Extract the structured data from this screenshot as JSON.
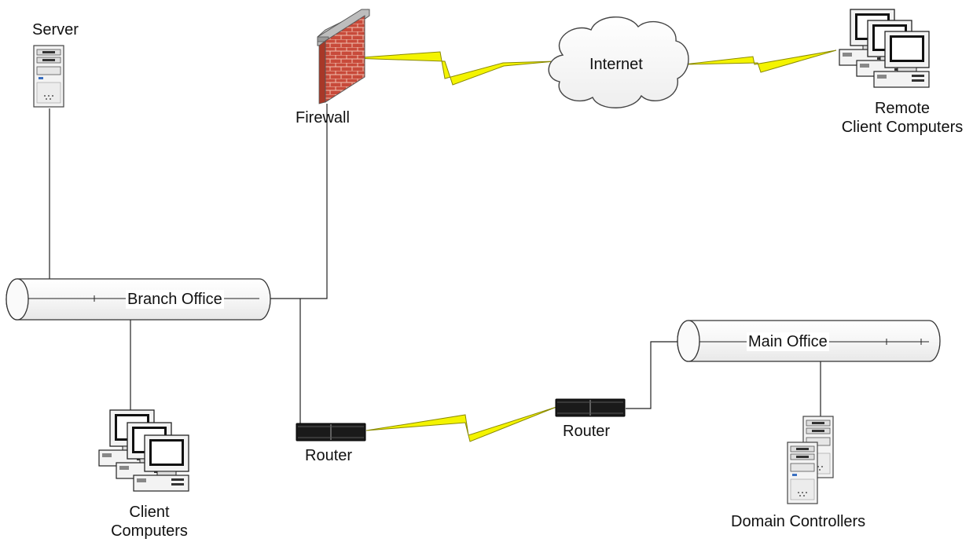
{
  "nodes": {
    "server": {
      "label": "Server",
      "icon": "server-tower-icon"
    },
    "firewall": {
      "label": "Firewall",
      "icon": "brick-firewall-icon"
    },
    "internet": {
      "label": "Internet",
      "icon": "cloud-icon"
    },
    "remote_clients": {
      "label_line1": "Remote",
      "label_line2": "Client Computers",
      "icon": "computer-group-icon"
    },
    "branch_office": {
      "label": "Branch Office",
      "icon": "pipe-segment-icon"
    },
    "main_office": {
      "label": "Main Office",
      "icon": "pipe-segment-icon"
    },
    "client_computers": {
      "label_line1": "Client",
      "label_line2": "Computers",
      "icon": "computer-group-icon"
    },
    "router_branch": {
      "label": "Router",
      "icon": "router-icon"
    },
    "router_main": {
      "label": "Router",
      "icon": "router-icon"
    },
    "domain_controllers": {
      "label": "Domain Controllers",
      "icon": "server-pair-icon"
    }
  },
  "colors": {
    "line": "#222222",
    "lightning_fill": "#f4f400",
    "lightning_stroke": "#8a8a00",
    "brick": "#c84a3a",
    "pipe_stroke": "#333333",
    "device_fill": "#f2f2f2"
  }
}
